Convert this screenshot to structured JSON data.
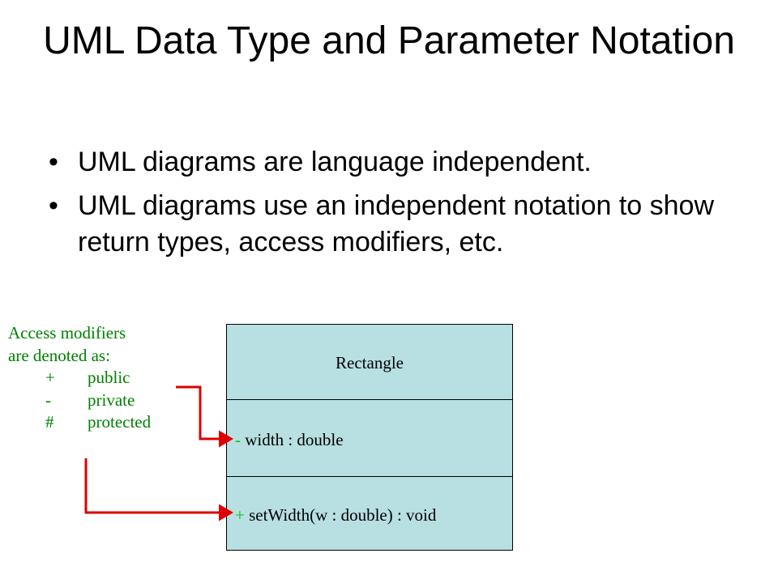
{
  "slide": {
    "title": "UML Data Type and Parameter Notation",
    "bullets": [
      "UML diagrams are language independent.",
      "UML diagrams use an independent notation to show return types, access modifiers, etc."
    ]
  },
  "legend": {
    "line1": "Access modifiers",
    "line2": "are denoted as:",
    "items": [
      {
        "symbol": "+",
        "label": "public"
      },
      {
        "symbol": "-",
        "label": "private"
      },
      {
        "symbol": "#",
        "label": "protected"
      }
    ]
  },
  "uml_class": {
    "name": "Rectangle",
    "attribute": {
      "modifier": "-",
      "text": " width : double"
    },
    "method": {
      "modifier": "+",
      "text": " setWidth(w : double) : void"
    }
  },
  "colors": {
    "legend_text": "#008000",
    "modifier_symbol": "#00cc00",
    "connector": "#dd0000",
    "class_fill": "#b8dfe1"
  }
}
